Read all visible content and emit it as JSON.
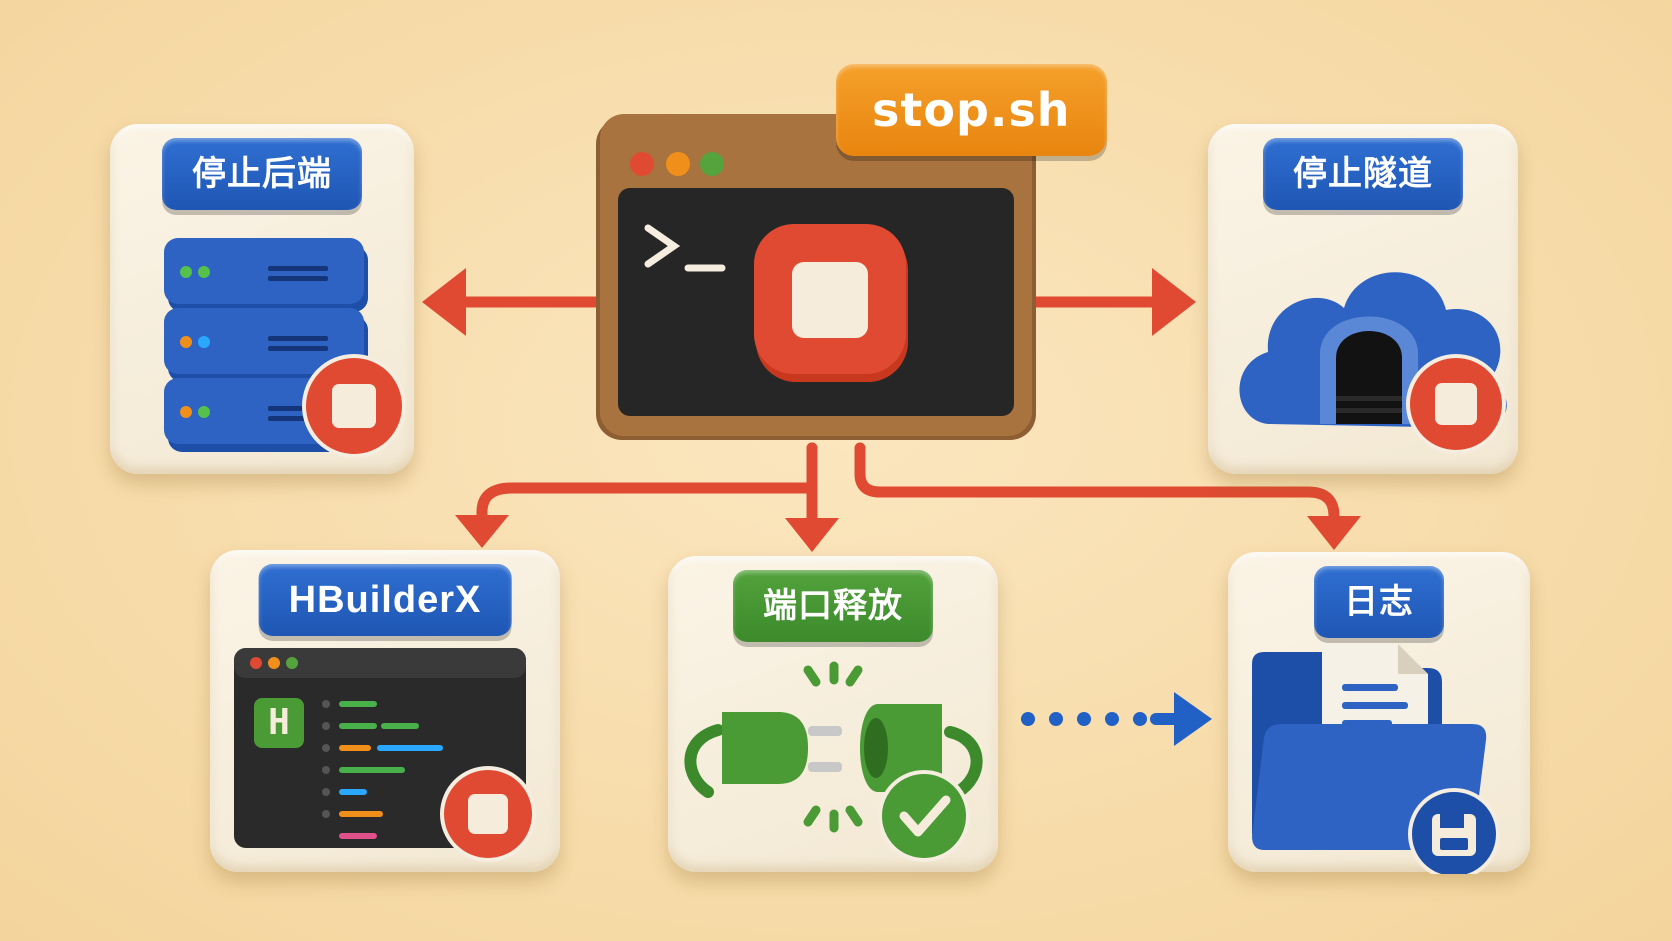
{
  "script": {
    "tab_label": "stop.sh",
    "prompt_icon": "terminal-prompt-icon",
    "stop_icon": "stop-icon"
  },
  "nodes": {
    "backend": {
      "label": "停止后端",
      "icon": "server-stack-icon"
    },
    "tunnel": {
      "label": "停止隧道",
      "icon": "cloud-tunnel-icon"
    },
    "hbuilderx": {
      "label": "HBuilderX",
      "icon": "code-editor-icon",
      "logo_letter": "H"
    },
    "port": {
      "label": "端口释放",
      "icon": "unplugged-connector-icon"
    },
    "log": {
      "label": "日志",
      "icon": "log-folder-icon"
    }
  },
  "colors": {
    "arrow": "#e04a32",
    "blue": "#2160c4",
    "green": "#4a9a35",
    "orange": "#f0901a",
    "stop_red": "#e04a32",
    "terminal_bg": "#262626",
    "frame_brown": "#9a6a3e"
  }
}
